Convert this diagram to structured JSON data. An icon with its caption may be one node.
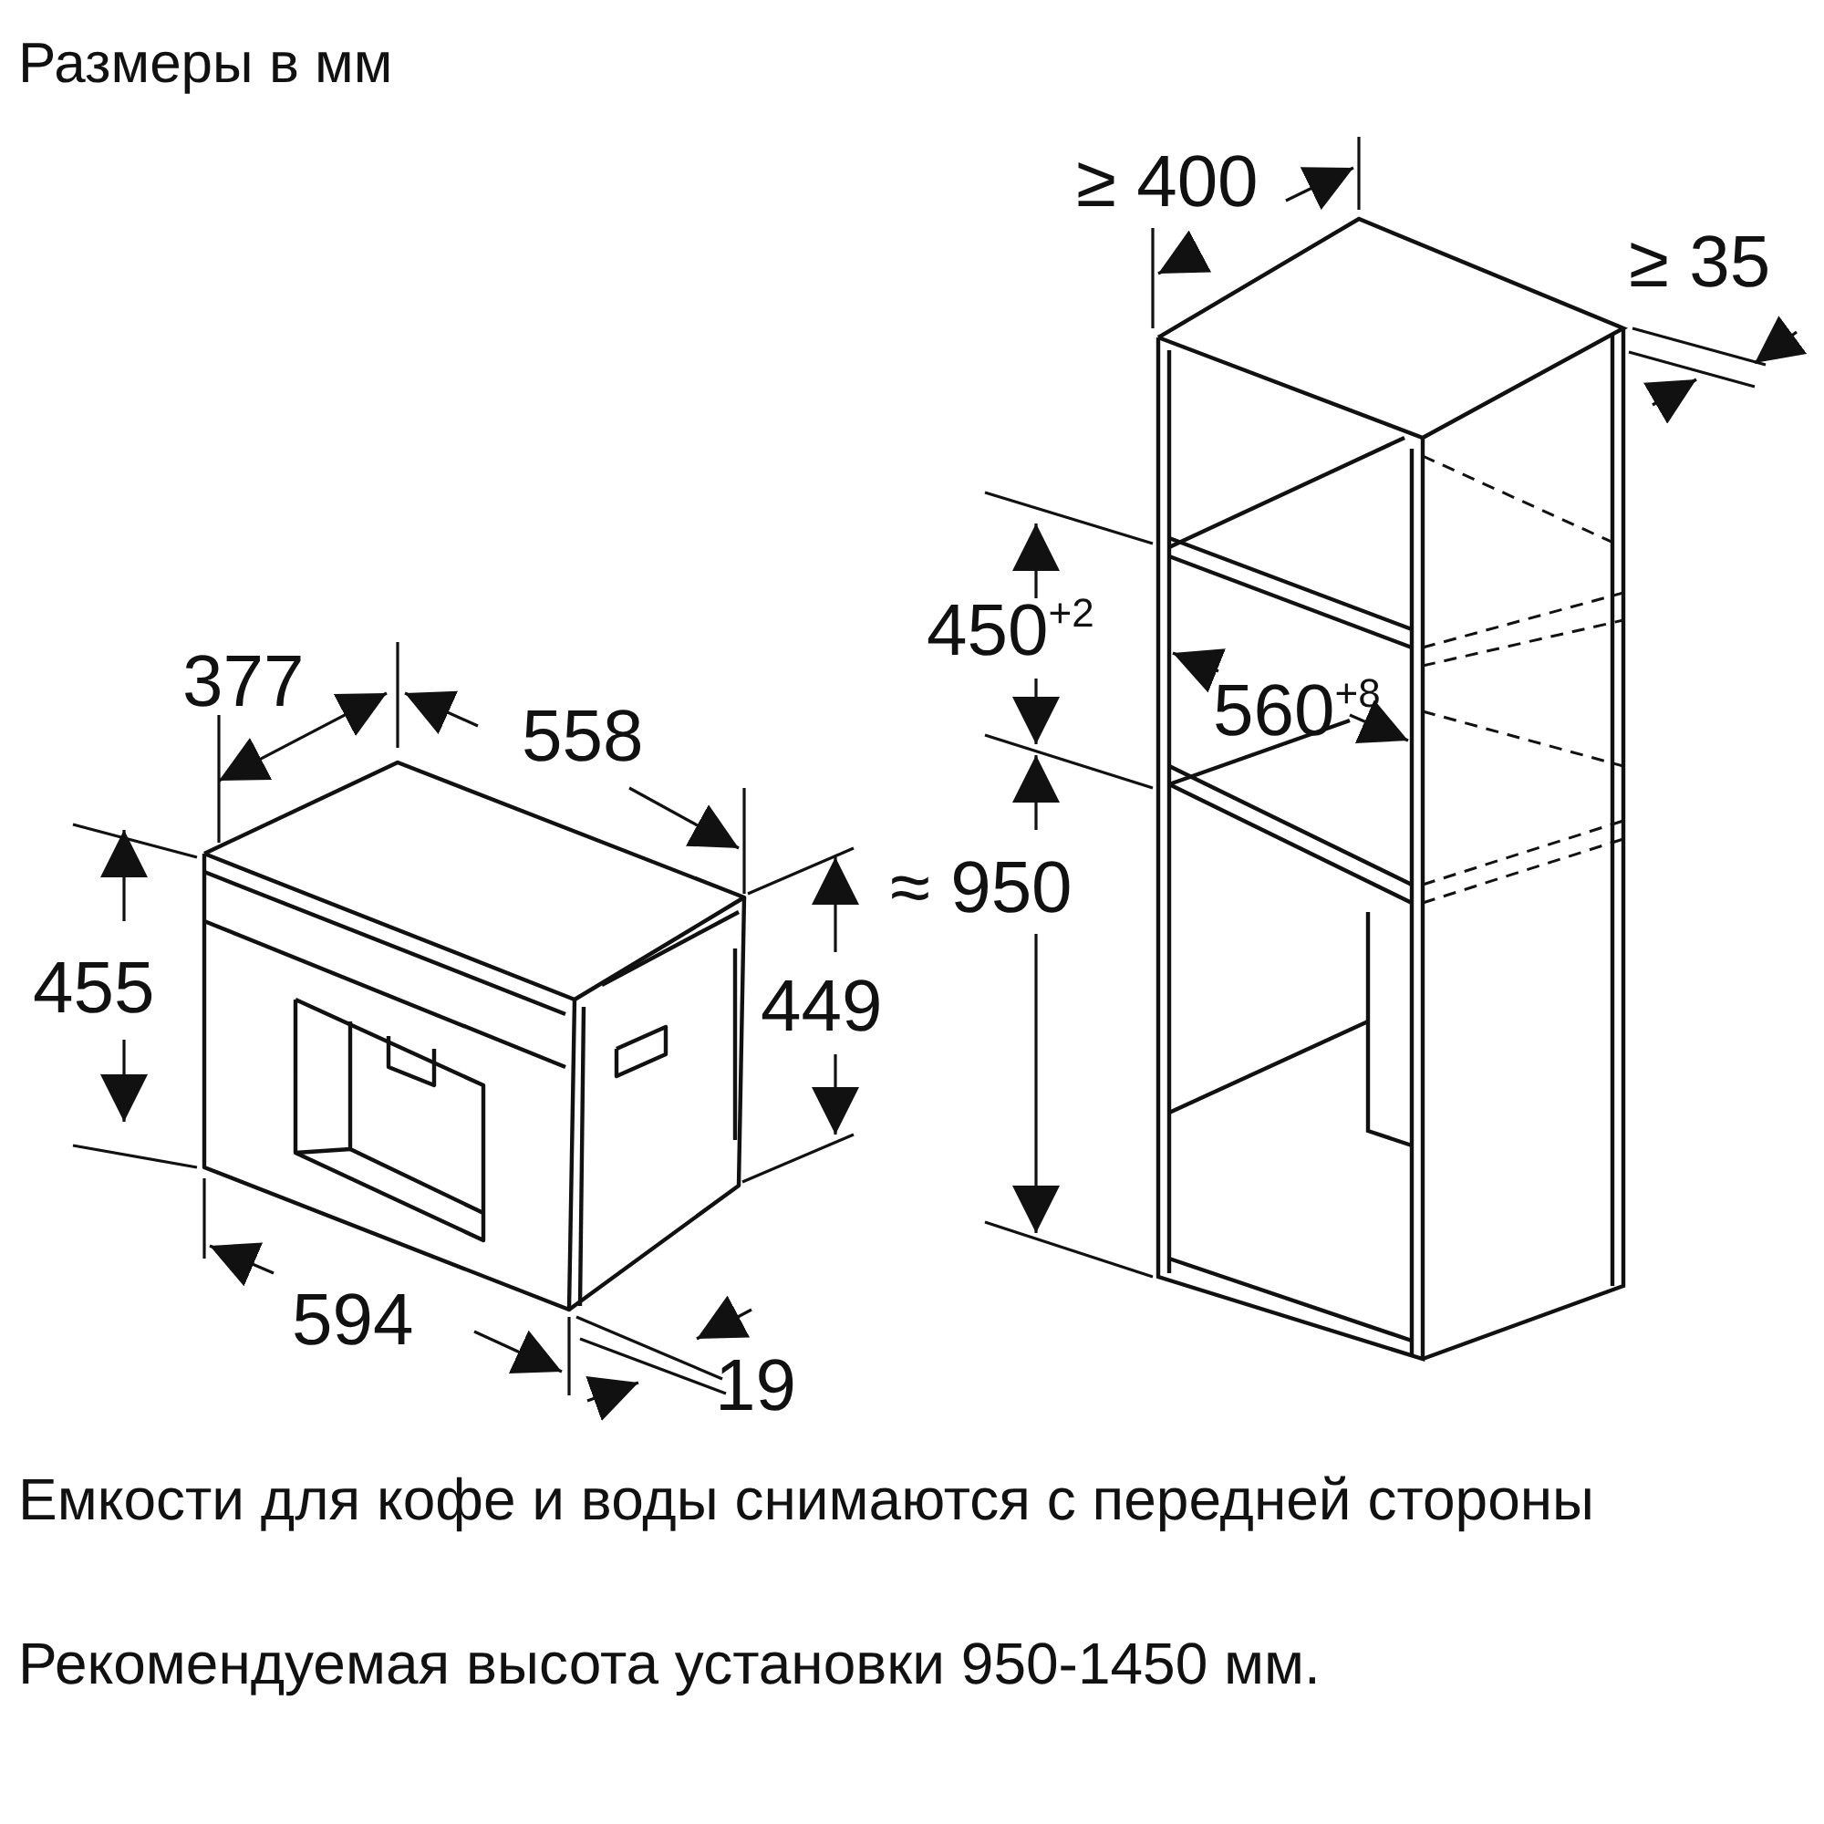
{
  "diagram": {
    "title": "Размеры в мм",
    "labels": [
      "≥ 400",
      "≥ 35",
      "377",
      "558",
      "450$^{+2}$",
      "560$^{+8}$",
      "≈ 950",
      "455",
      "449",
      "594",
      "19",
      "Емкости для кофе и воды снимаются с передней стороны",
      "Рекомендуемая высота установки 950-1450 мм."
    ]
  }
}
